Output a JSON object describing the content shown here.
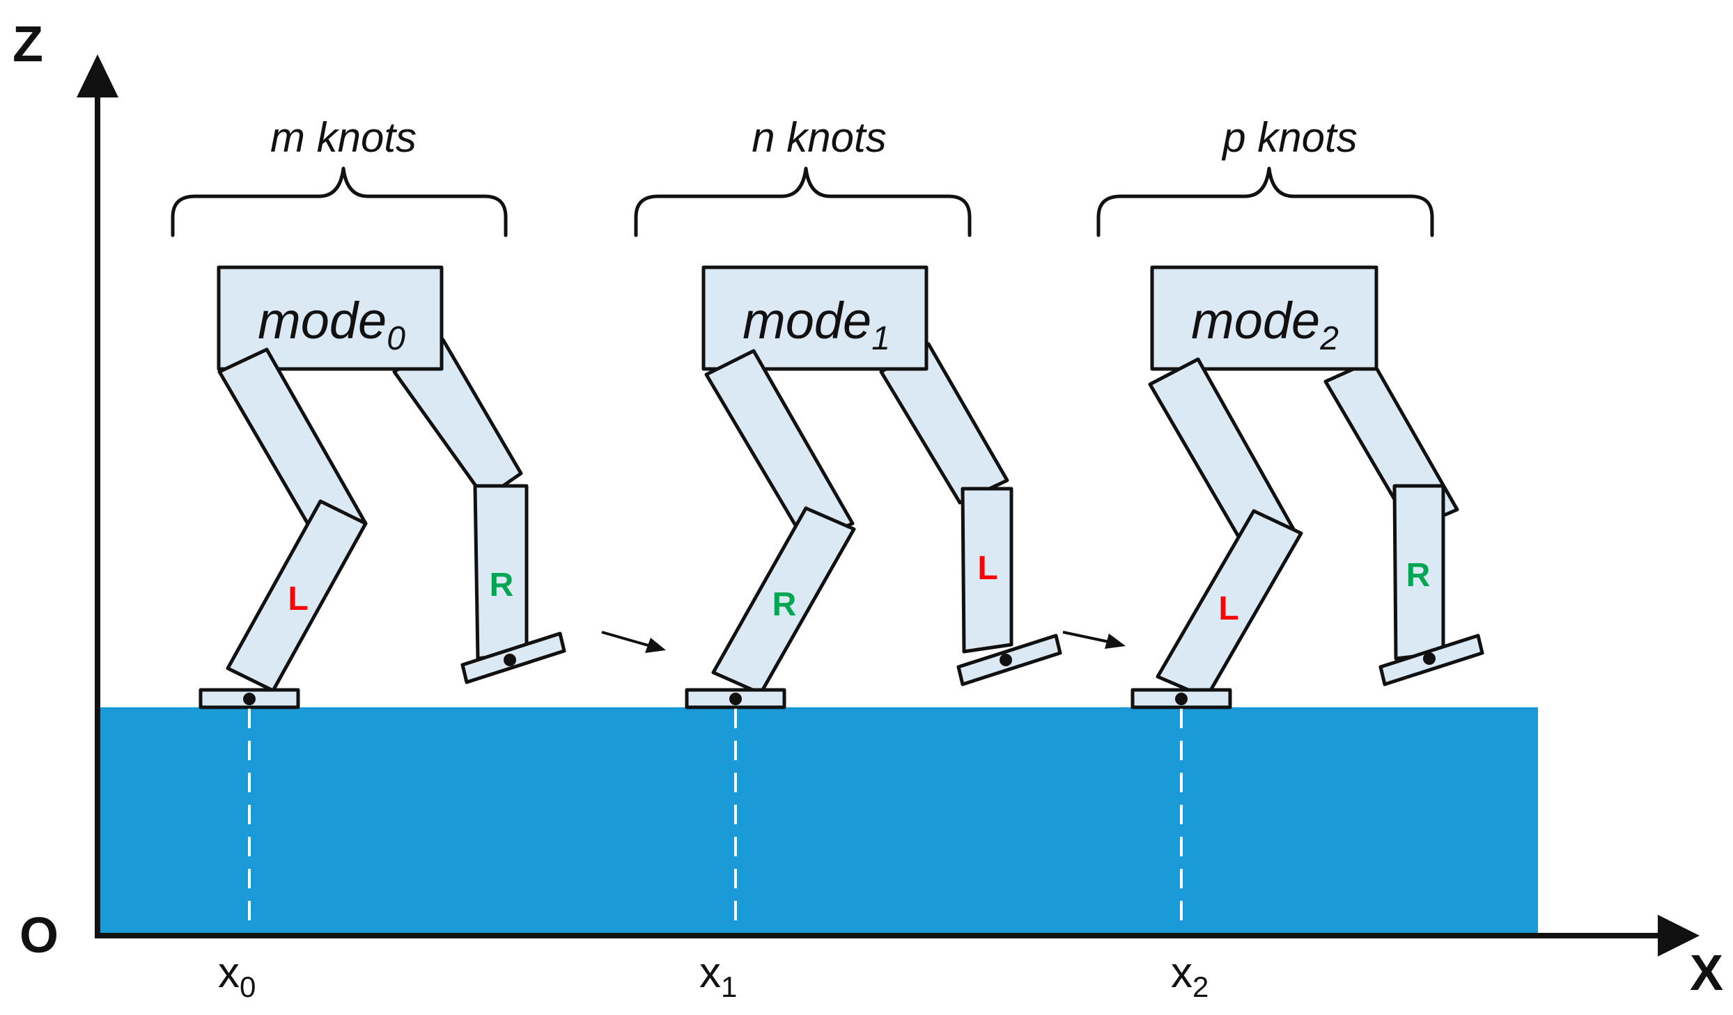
{
  "axes": {
    "z_label": "Z",
    "x_label": "X",
    "origin_label": "O"
  },
  "colors": {
    "ground": "#1a9ad7",
    "link_fill": "#dbe9f5",
    "outline": "#111111",
    "left_leg": "#ff0000",
    "right_leg": "#00a651"
  },
  "phases": [
    {
      "knots_label": "m knots",
      "mode_label": "mode",
      "mode_sub": "0",
      "x_label": "x",
      "x_sub": "0",
      "front_leg": "L",
      "back_leg": "R"
    },
    {
      "knots_label": "n knots",
      "mode_label": "mode",
      "mode_sub": "1",
      "x_label": "x",
      "x_sub": "1",
      "front_leg": "R",
      "back_leg": "L"
    },
    {
      "knots_label": "p knots",
      "mode_label": "mode",
      "mode_sub": "2",
      "x_label": "x",
      "x_sub": "2",
      "front_leg": "L",
      "back_leg": "R"
    }
  ]
}
